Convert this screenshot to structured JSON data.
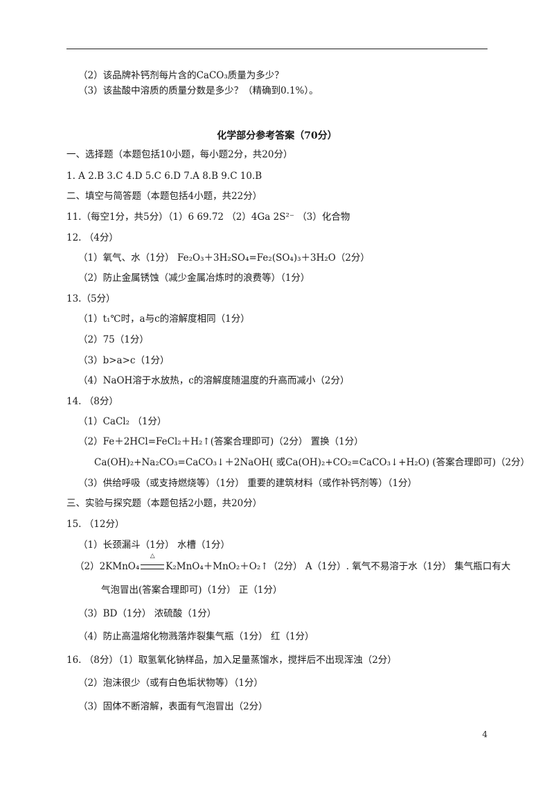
{
  "header_lines": [
    "（2）该品牌补钙剂每片含的CaCO₃质量为多少？",
    "（3）该盐酸中溶质的质量分数是多少？（精确到0.1%）。"
  ],
  "title": "化学部分参考答案（70分）",
  "lines": [
    "一、选择题（本题包括10小题，每小题2分，共20分）",
    "1. A    2.B    3.C  4.D    5.C    6.D  7.A    8.B    9.C   10.B",
    "二、填空与简答题（本题包括4小题，共22分）",
    "11.（每空1分，共5分）（1）6     69.72      （2）4Ga      2S²⁻     （3）化合物",
    "12. （4分）",
    "（1）氧气、水（1分）     Fe₂O₃＋3H₂SO₄=Fe₂(SO₄)₃＋3H₂O（2分）",
    "（2）防止金属锈蚀（减少金属冶炼时的浪费等）（1分）",
    "13.（5分）",
    "（1）t₁℃时，a与c的溶解度相同（1分）",
    "（2）75（1分）",
    "（3）b>a>c（1分）",
    "（4）NaOH溶于水放热，c的溶解度随温度的升高而减小（2分）",
    "14. （8分）",
    "（1）CaCl₂  （1分）",
    "（2）Fe＋2HCl=FeCl₂＋H₂↑(答案合理即可)（2分）       置换（1分）",
    "Ca(OH)₂+Na₂CO₃=CaCO₃↓＋2NaOH( 或Ca(OH)₂+CO₂=CaCO₃↓+H₂O) (答案合理即可)（2分）",
    "（3）供给呼吸（或支持燃烧等）（1分）       重要的建筑材料（或作补钙剂等）（1分）",
    "三、实验与探究题（本题包括2小题，共20分）",
    "15. （12分）",
    "（1）长颈漏斗（1分）     水槽（1分）"
  ],
  "line15_2": {
    "prefix": "（2）2KMnO₄",
    "heat_symbol": "△",
    "suffix": "K₂MnO₄＋MnO₂＋O₂↑（2分）     A（1分）. 氧气不易溶于水（1分）      集气瓶口有大"
  },
  "lines_after": [
    "气泡冒出(答案合理即可)（1分）     正（1分）",
    "（3）BD（1分）    浓硫酸（1分）",
    "（4）防止高温熔化物溅落炸裂集气瓶（1分）     红（1分）",
    "16. （8分）（1）取氢氧化钠样品，加入足量蒸馏水，搅拌后不出现浑浊（2分）",
    "（2）泡沫很少（或有白色垢状物等）（1分）",
    "（3）固体不断溶解，表面有气泡冒出（2分）"
  ],
  "page_number": "4"
}
